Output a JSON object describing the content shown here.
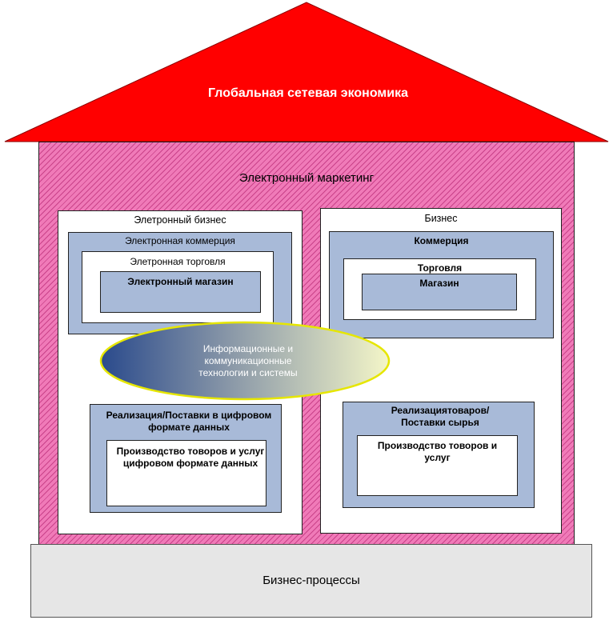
{
  "roof": {
    "title": "Глобальная сетевая экономика",
    "color": "#ff0000"
  },
  "house": {
    "title": "Электронный маркетинг",
    "color": "#f07ab8"
  },
  "left_panel": {
    "title": "Элетронный бизнес",
    "commerce": "Электронная коммерция",
    "trade": "Элетронная торговля",
    "shop": "Электронный магазин",
    "delivery": "Реализация/Поставки  в цифровом формате данных",
    "production": "Производство товоров и услуг цифровом формате данных"
  },
  "right_panel": {
    "title": "Бизнес",
    "commerce": "Коммерция",
    "trade": "Торговля",
    "shop": "Магазин",
    "delivery": "Реализациятоваров/ Поставки сырья",
    "production": "Производство товоров и услуг"
  },
  "ellipse": {
    "label": "Информационные и коммуникационные технологии и системы"
  },
  "foundation": {
    "label": "Бизнес-процессы"
  }
}
